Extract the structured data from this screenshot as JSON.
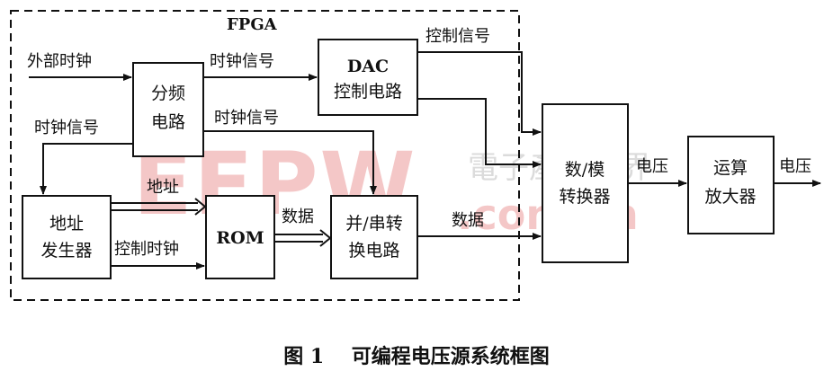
{
  "fpga_label": "FPGA",
  "blocks": {
    "divider": [
      "分频",
      "电路"
    ],
    "dac_ctrl": [
      "DAC",
      "控制电路"
    ],
    "addr_gen": [
      "地址",
      "发生器"
    ],
    "rom": [
      "ROM"
    ],
    "ps_conv": [
      "并/串转",
      "换电路"
    ],
    "da_conv": [
      "数/模",
      "转换器"
    ],
    "amp": [
      "运算",
      "放大器"
    ]
  },
  "signals": {
    "ext_clock": "外部时钟",
    "clock_to_dac": "时钟信号",
    "clock_to_addr": "时钟信号",
    "clock_to_ps": "时钟信号",
    "ctrl_signal": "控制信号",
    "address": "地址",
    "ctrl_clock": "控制时钟",
    "data_rom": "数据",
    "data_out": "数据",
    "voltage_mid": "电压",
    "voltage_out": "电压"
  },
  "watermark": {
    "brand": "EEPW",
    "cn_text": "電子產品世界",
    "domain": ".com.cn"
  },
  "caption": "图 1    可编程电压源系统框图"
}
